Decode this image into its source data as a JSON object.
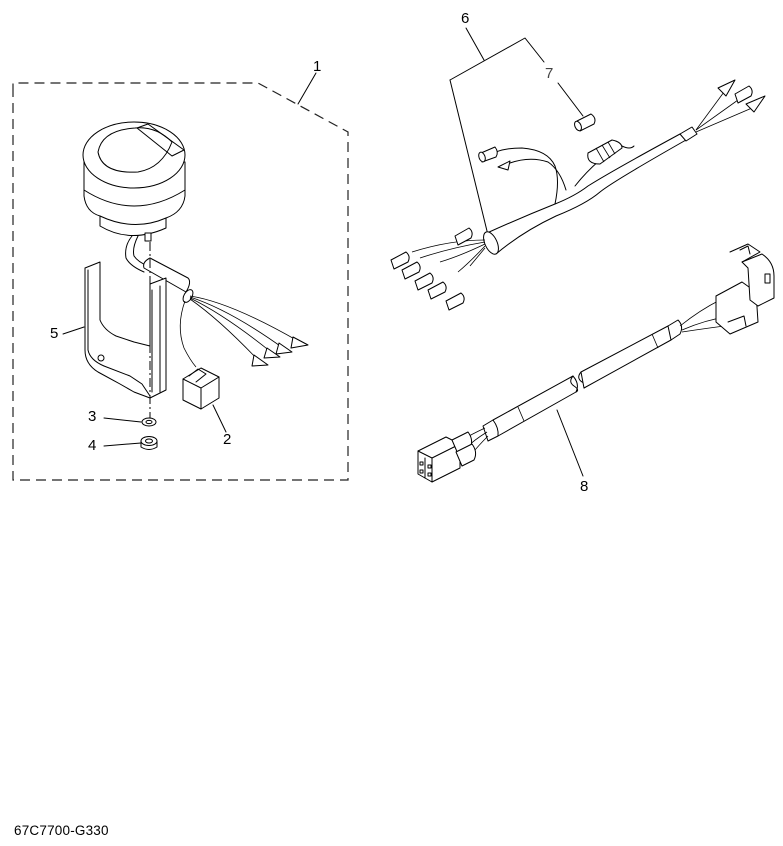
{
  "diagram": {
    "code": "67C7700-G330",
    "colors": {
      "background": "#ffffff",
      "line": "#000000",
      "kit_outline": "#222222"
    }
  },
  "kit_group": {
    "label": "1",
    "description": "dashed kit boundary enclosing parts 2-5"
  },
  "callouts": [
    {
      "id": "1",
      "label": "1",
      "part": "gauge-kit-assembly"
    },
    {
      "id": "2",
      "label": "2",
      "part": "connector-block"
    },
    {
      "id": "3",
      "label": "3",
      "part": "washer"
    },
    {
      "id": "4",
      "label": "4",
      "part": "nut"
    },
    {
      "id": "5",
      "label": "5",
      "part": "mounting-bracket"
    },
    {
      "id": "6",
      "label": "6",
      "part": "wire-harness"
    },
    {
      "id": "7",
      "label": "7",
      "part": "fuse"
    },
    {
      "id": "8",
      "label": "8",
      "part": "extension-cable"
    }
  ]
}
